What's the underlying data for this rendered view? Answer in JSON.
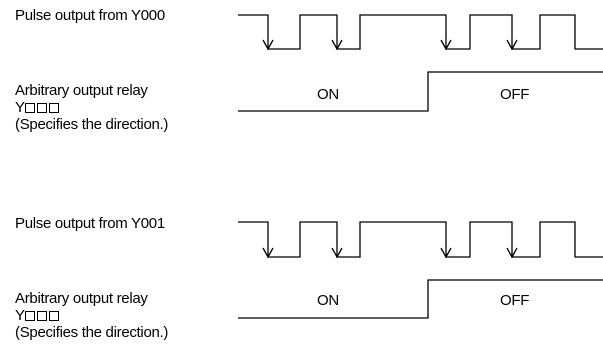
{
  "diagrams": [
    {
      "pulse_label": "Pulse output from Y000",
      "relay_label_line1": "Arbitrary output relay",
      "relay_label_prefix": "Y",
      "relay_label_boxes": "□□□",
      "relay_label_line3": "(Specifies the direction.)",
      "state_on": "ON",
      "state_off": "OFF"
    },
    {
      "pulse_label": "Pulse output from Y001",
      "relay_label_line1": "Arbitrary output relay",
      "relay_label_prefix": "Y",
      "relay_label_boxes": "□□□",
      "relay_label_line3": "(Specifies the direction.)",
      "state_on": "ON",
      "state_off": "OFF"
    }
  ]
}
